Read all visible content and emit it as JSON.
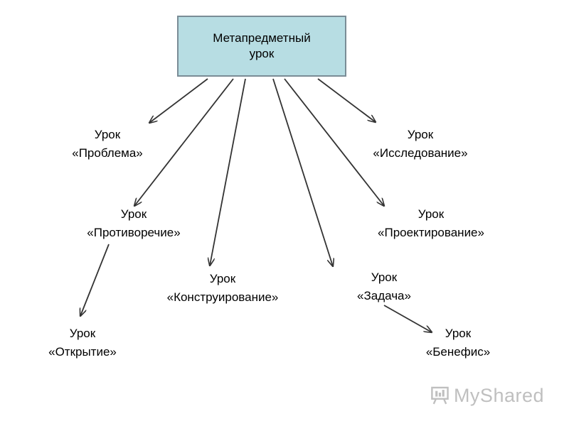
{
  "root": {
    "line1": "Метапредметный",
    "line2": "урок"
  },
  "nodes": [
    {
      "line1": "Урок",
      "line2": "«Проблема»"
    },
    {
      "line1": "Урок",
      "line2": "«Исследование»"
    },
    {
      "line1": "Урок",
      "line2": "«Противоречие»"
    },
    {
      "line1": "Урок",
      "line2": "«Проектирование»"
    },
    {
      "line1": "Урок",
      "line2": "«Конструирование»"
    },
    {
      "line1": "Урок",
      "line2": "«Задача»"
    },
    {
      "line1": "Урок",
      "line2": "«Открытие»"
    },
    {
      "line1": "Урок",
      "line2": "«Бенефис»"
    }
  ],
  "colors": {
    "box_fill": "#b7dde3",
    "box_border": "#7a8c96",
    "arrow": "#333333"
  },
  "logo": {
    "text": "MyShared",
    "icon": "presentation-board-icon"
  }
}
